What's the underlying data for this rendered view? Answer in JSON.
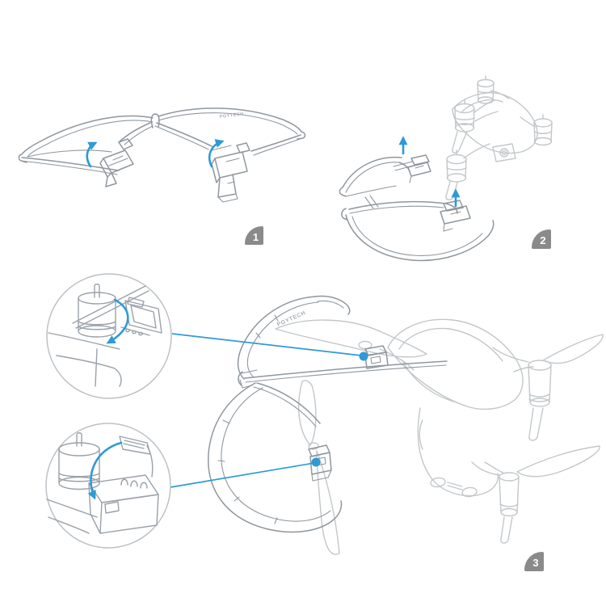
{
  "brand": {
    "name": "PGYTECH"
  },
  "steps": [
    {
      "number": "1"
    },
    {
      "number": "2"
    },
    {
      "number": "3"
    }
  ],
  "colors": {
    "background": "#FFFFFF",
    "accent_blue": "#2E9AD8",
    "guard_line": "#8F979E",
    "drone_line": "#C3C7CA",
    "inset_line": "#9AA1A8",
    "circle_line": "#BDC2C6",
    "badge_dark": "#8A8A8A",
    "badge_light": "#B5B5B5",
    "badge_number": "#FFFFFF"
  },
  "icons": {
    "rotate_arrow": "curved-rotation-arrow",
    "up_arrow": "upward-attach-arrow",
    "callout_dot": "attachment-point-dot",
    "step_badge": "folded-corner-number-badge"
  }
}
